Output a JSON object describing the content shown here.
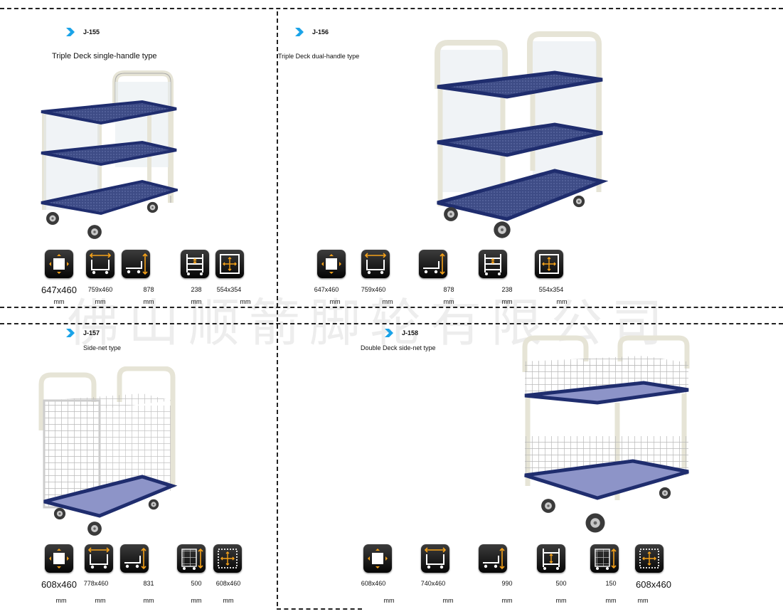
{
  "watermark": "佛山顺箭脚轮有限公司",
  "colors": {
    "chevron": "#1aa3e8",
    "deck": "#3d4e8a",
    "rim": "#1f2d6e",
    "frame": "#e6e4d6",
    "icon_accent": "#f4a11a"
  },
  "products": [
    {
      "code": "J-155",
      "subtitle": "Triple Deck single-handle type",
      "specs": [
        {
          "value": "647x460",
          "unit": "mm",
          "icon": "platform-size-icon"
        },
        {
          "value": "759x460",
          "unit": "mm",
          "icon": "overall-size-icon"
        },
        {
          "value": "878",
          "unit": "mm",
          "icon": "height-icon"
        },
        {
          "value": "238",
          "unit": "mm",
          "icon": "deck-spacing-icon"
        },
        {
          "value": "554x354",
          "unit": "mm",
          "icon": "deck-size-icon"
        }
      ]
    },
    {
      "code": "J-156",
      "subtitle": "Triple Deck dual-handle type",
      "specs": [
        {
          "value": "647x460",
          "unit": "mm",
          "icon": "platform-size-icon"
        },
        {
          "value": "759x460",
          "unit": "mm",
          "icon": "overall-size-icon"
        },
        {
          "value": "878",
          "unit": "mm",
          "icon": "height-icon"
        },
        {
          "value": "238",
          "unit": "mm",
          "icon": "deck-spacing-icon"
        },
        {
          "value": "554x354",
          "unit": "mm",
          "icon": "deck-size-icon"
        }
      ]
    },
    {
      "code": "J-157",
      "subtitle": "Side-net type",
      "specs": [
        {
          "value": "608x460",
          "unit": "mm",
          "icon": "platform-size-icon"
        },
        {
          "value": "778x460",
          "unit": "mm",
          "icon": "overall-size-icon"
        },
        {
          "value": "831",
          "unit": "mm",
          "icon": "height-icon"
        },
        {
          "value": "500",
          "unit": "mm",
          "icon": "net-height-icon"
        },
        {
          "value": "608x460",
          "unit": "mm",
          "icon": "net-size-icon"
        }
      ]
    },
    {
      "code": "J-158",
      "subtitle": "Double Deck side-net type",
      "specs": [
        {
          "value": "608x460",
          "unit": "mm",
          "icon": "platform-size-icon"
        },
        {
          "value": "740x460",
          "unit": "mm",
          "icon": "overall-size-icon"
        },
        {
          "value": "990",
          "unit": "mm",
          "icon": "height-icon"
        },
        {
          "value": "500",
          "unit": "mm",
          "icon": "deck-spacing-icon"
        },
        {
          "value": "150",
          "unit": "mm",
          "icon": "net-height-icon"
        },
        {
          "value": "608x460",
          "unit": "mm",
          "icon": "net-size-icon"
        }
      ]
    }
  ]
}
